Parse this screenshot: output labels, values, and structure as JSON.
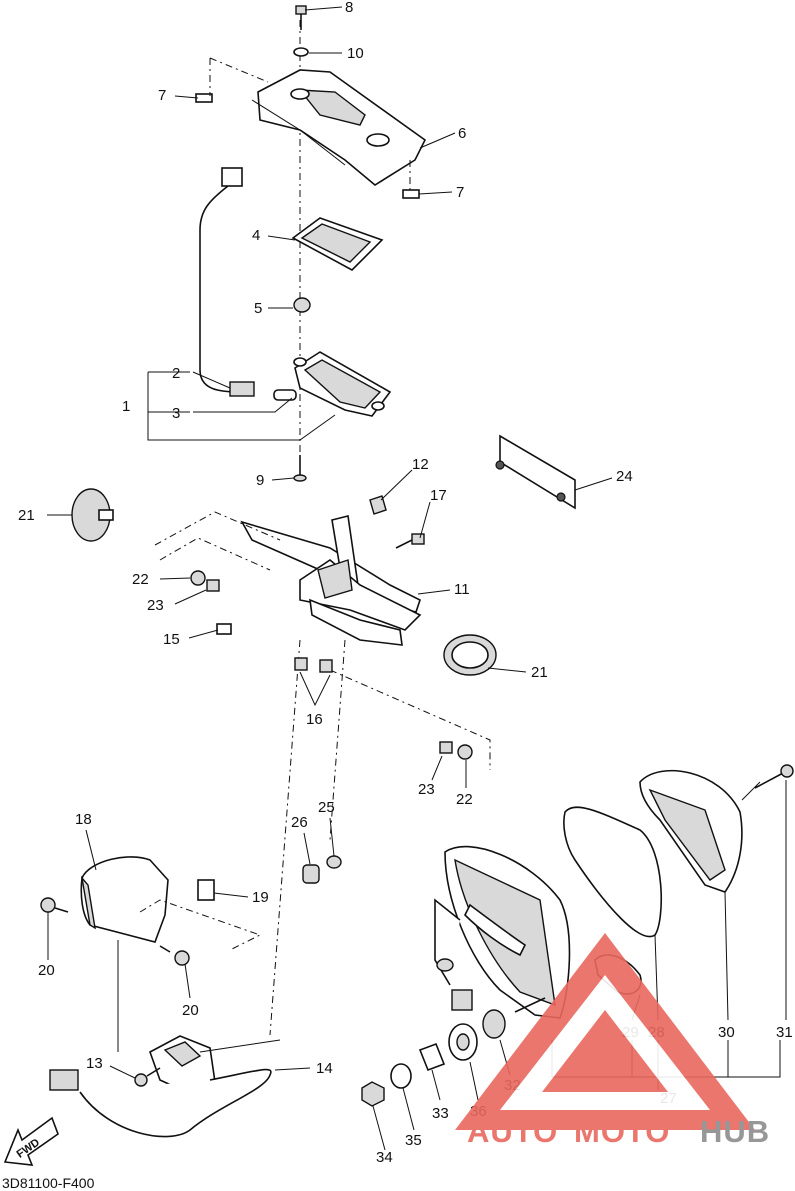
{
  "diagram": {
    "code": "3D81100-F400",
    "fwd_label": "FWD",
    "callouts": [
      {
        "key": "8",
        "text": "8"
      },
      {
        "key": "10",
        "text": "10"
      },
      {
        "key": "7a",
        "text": "7"
      },
      {
        "key": "6",
        "text": "6"
      },
      {
        "key": "7b",
        "text": "7"
      },
      {
        "key": "4",
        "text": "4"
      },
      {
        "key": "5",
        "text": "5"
      },
      {
        "key": "2",
        "text": "2"
      },
      {
        "key": "1",
        "text": "1"
      },
      {
        "key": "3",
        "text": "3"
      },
      {
        "key": "9",
        "text": "9"
      },
      {
        "key": "12",
        "text": "12"
      },
      {
        "key": "24",
        "text": "24"
      },
      {
        "key": "21a",
        "text": "21"
      },
      {
        "key": "17",
        "text": "17"
      },
      {
        "key": "22a",
        "text": "22"
      },
      {
        "key": "23a",
        "text": "23"
      },
      {
        "key": "11",
        "text": "11"
      },
      {
        "key": "15",
        "text": "15"
      },
      {
        "key": "21b",
        "text": "21"
      },
      {
        "key": "16",
        "text": "16"
      },
      {
        "key": "23b",
        "text": "23"
      },
      {
        "key": "22b",
        "text": "22"
      },
      {
        "key": "18",
        "text": "18"
      },
      {
        "key": "26",
        "text": "26"
      },
      {
        "key": "25",
        "text": "25"
      },
      {
        "key": "19",
        "text": "19"
      },
      {
        "key": "20a",
        "text": "20"
      },
      {
        "key": "20b",
        "text": "20"
      },
      {
        "key": "13",
        "text": "13"
      },
      {
        "key": "14",
        "text": "14"
      },
      {
        "key": "29",
        "text": "29"
      },
      {
        "key": "28",
        "text": "28"
      },
      {
        "key": "30",
        "text": "30"
      },
      {
        "key": "31",
        "text": "31"
      },
      {
        "key": "32",
        "text": "32"
      },
      {
        "key": "27",
        "text": "27"
      },
      {
        "key": "33",
        "text": "33"
      },
      {
        "key": "36",
        "text": "36"
      },
      {
        "key": "34",
        "text": "34"
      },
      {
        "key": "35",
        "text": "35"
      }
    ]
  },
  "watermark": {
    "text_a": "AUTO",
    "text_b": "MOTO",
    "text_c": "HUB",
    "color_red": "#e8685e",
    "color_gray": "#8c8c8c"
  }
}
